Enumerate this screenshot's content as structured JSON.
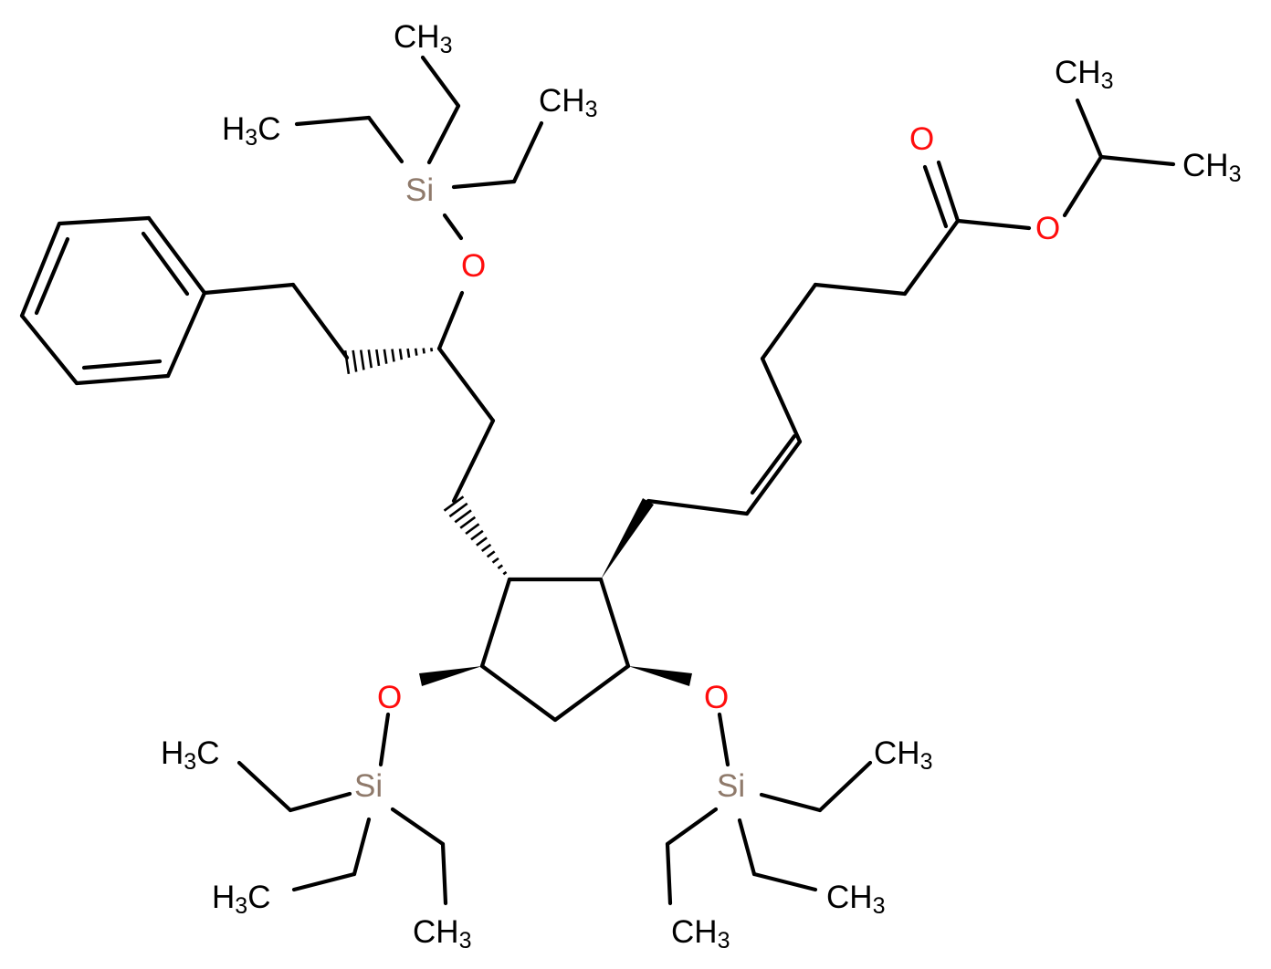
{
  "colors": {
    "bond": "#000000",
    "carbon": "#000000",
    "oxygen": "#ff0d0d",
    "silicon": "#8f7a6b",
    "background": "#ffffff"
  },
  "atoms": {
    "ch3_top": "CH3",
    "ch3_top_right": "CH3",
    "h3c_top_left": "H3C",
    "si_top": "Si",
    "o_top": "O",
    "o_carbonyl": "O",
    "o_ester": "O",
    "ch3_ipr_top": "CH3",
    "ch3_ipr_right": "CH3",
    "o_ring_left": "O",
    "o_ring_right": "O",
    "si_bottom_left": "Si",
    "si_bottom_right": "Si",
    "h3c_bl_upper": "H3C",
    "h3c_bl_lower": "H3C",
    "ch3_bl_bottom": "CH3",
    "ch3_br_upper": "CH3",
    "ch3_br_lower": "CH3",
    "ch3_br_bottom": "CH3"
  }
}
